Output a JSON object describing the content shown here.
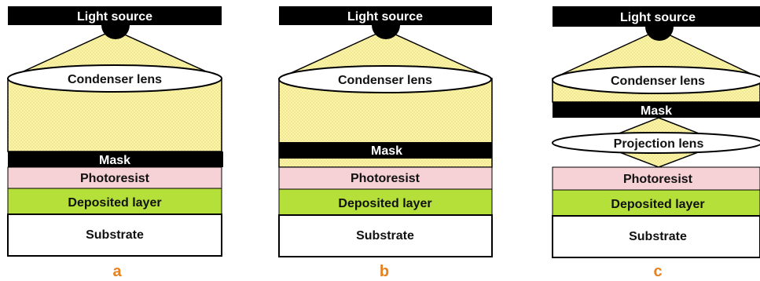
{
  "colors": {
    "light_fill": "#fbf4a6",
    "photoresist": "#f6d1d6",
    "deposited": "#b5e03a",
    "letter": "#e8821e"
  },
  "panel_a": {
    "light_source": "Light source",
    "condenser": "Condenser lens",
    "mask": "Mask",
    "photoresist": "Photoresist",
    "deposited": "Deposited layer",
    "substrate": "Substrate",
    "letter": "a"
  },
  "panel_b": {
    "light_source": "Light source",
    "condenser": "Condenser lens",
    "mask": "Mask",
    "photoresist": "Photoresist",
    "deposited": "Deposited layer",
    "substrate": "Substrate",
    "letter": "b"
  },
  "panel_c": {
    "light_source": "Light source",
    "condenser": "Condenser lens",
    "mask": "Mask",
    "projection": "Projection lens",
    "photoresist": "Photoresist",
    "deposited": "Deposited layer",
    "substrate": "Substrate",
    "letter": "c"
  }
}
